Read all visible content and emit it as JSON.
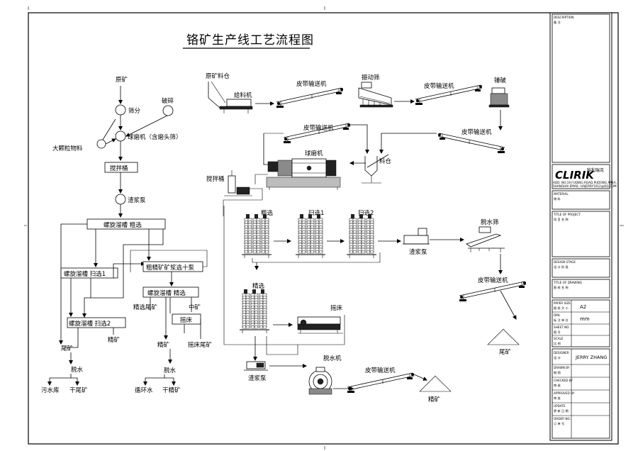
{
  "title": "铬矿生产线工艺流程图",
  "left_flow": {
    "raw_ore": "原矿",
    "screening": "筛分",
    "crushing": "破碎",
    "large_particles": "大颗粒物料",
    "ball_mill": "球磨机（含磨头筛）",
    "mixing_tank": "搅拌桶",
    "slurry_pump": "渣浆泵",
    "spiral_rough": "螺旋溜槽 粗选",
    "spiral_scav1": "螺旋溜槽 扫选1",
    "rough_concentrate": "粗精矿矿浆选十泵",
    "spiral_clean": "螺旋溜槽 精选",
    "spiral_scav2": "螺旋溜槽 扫选2",
    "clean_tail": "精选尾矿",
    "middling": "中矿",
    "table": "摇床",
    "fine_ore_1": "精矿",
    "fine_ore_2": "精矿",
    "table_tail": "摇床尾矿",
    "tailing": "尾矿",
    "dewater_1": "脱水",
    "dewater_2": "脱水",
    "sewage_pool": "污水库",
    "dry_tailing": "干尾矿",
    "recycle_water": "循环水",
    "dry_concentrate": "干精矿"
  },
  "right_flow": {
    "raw_bin": "原矿料仓",
    "feeder": "给料机",
    "belt_1": "皮带输送机",
    "vib_screen": "振动筛",
    "belt_2": "皮带输送机",
    "hammer": "锤破",
    "belt_3": "皮带输送机",
    "belt_4": "皮带输送机",
    "ball_mill": "球磨机",
    "silo": "料仓",
    "mixer": "搅拌桶",
    "rough": "粗选",
    "scav1": "扫选1",
    "scav2": "扫选2",
    "slurry_pump_1": "渣浆泵",
    "dewater_screen": "脱水筛",
    "belt_5": "皮带输送机",
    "tailing": "尾矿",
    "clean": "精选",
    "table": "摇床",
    "slurry_pump_2": "渣浆泵",
    "dewater_machine": "脱水机",
    "belt_6": "皮带输送机",
    "concentrate": "精矿"
  },
  "title_block": {
    "description_label": "DESCRIPTION",
    "description_value": "备 注",
    "brand": "CLIRIK",
    "brand_cn": "科利瑞克",
    "address_1": "ADD: NO.19,FUQING ROAD,PUDONG AREA,",
    "address_2": "SHANGHAI  EMAIL: HAJERRY1012@QQ.COM",
    "material_label": "MATERIAL",
    "material_value": "物 料",
    "project_label": "TITLE OF PROJECT",
    "project_value": "项 目 名 称",
    "stage_label": "DESIGN STAGE",
    "stage_value": "设 计 阶 段",
    "drawing_label": "TITLE OF DRAWING",
    "drawing_value": "图 纸 名 称",
    "paper_label": "PAPER SIZE",
    "paper_cn": "图 纸 大 小",
    "paper_value": "A2",
    "dml_label": "DML",
    "dml_cn": "标 注 单 位",
    "dml_value": "mm",
    "sheet_label": "SHEET NO.",
    "sheet_cn": "图 号",
    "scale_label": "SCALE",
    "scale_cn": "比 例",
    "designer_label": "DESIGNER",
    "designer_cn": "设 计",
    "designer_value": "JERRY ZHANG",
    "drawn_label": "DRAWN BY",
    "drawn_cn": "制 图",
    "checked_label": "CHECKED BY",
    "checked_cn": "审 核",
    "approved_label": "APPROVED BY",
    "approved_cn": "审 批",
    "update_label": "UPDATE",
    "update_cn": "更 新 日 期",
    "order_label": "ORDER NO.",
    "order_cn": "订 单 号"
  }
}
